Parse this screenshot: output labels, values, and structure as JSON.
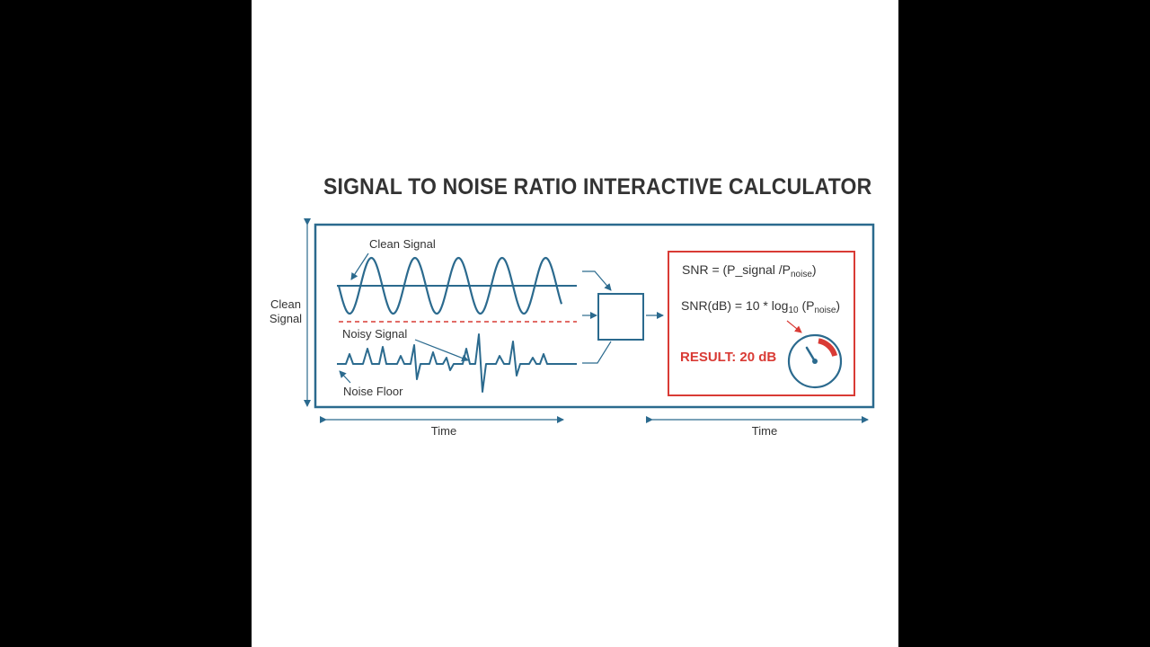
{
  "title": "SIGNAL TO NOISE RATIO INTERACTIVE CALCULATOR",
  "labels": {
    "clean_signal_top": "Clean Signal",
    "side_line1": "Clean",
    "side_line2": "Signal",
    "noisy_signal": "Noisy Signal",
    "noise_floor": "Noise Floor",
    "time_left": "Time",
    "time_right": "Time"
  },
  "formulas": {
    "snr_prefix": "SNR = (P",
    "snr_sig": "_signal /P",
    "snr_noise_sub": "noise",
    "snr_suffix": ")",
    "db_prefix": "SNR(dB) = 10 * log",
    "db_sub": "10",
    "db_mid": " (P",
    "db_noise_sub": "noise",
    "db_suffix": ")"
  },
  "result": {
    "label": "RESULT: 20 dB",
    "value_db": 20
  },
  "colors": {
    "primary": "#2b6a8e",
    "accent": "#d93b35",
    "text": "#333333"
  }
}
